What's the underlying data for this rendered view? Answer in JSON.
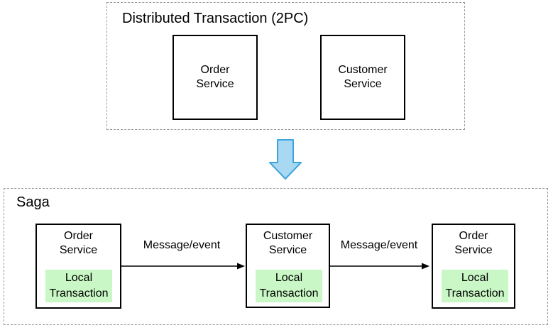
{
  "diagram": {
    "colors": {
      "background": "#ffffff",
      "group_border": "#999999",
      "node_border": "#000000",
      "local_transaction_fill": "#c9f7c5",
      "down_arrow_fill": "#a8d8f2",
      "down_arrow_stroke": "#3ca5dc",
      "connector": "#000000",
      "text": "#000000"
    },
    "top_group": {
      "title": "Distributed Transaction (2PC)",
      "nodes": [
        {
          "label": "Order\nService"
        },
        {
          "label": "Customer\nService"
        }
      ]
    },
    "down_arrow": {
      "icon": "down-arrow"
    },
    "bottom_group": {
      "title": "Saga",
      "nodes": [
        {
          "label": "Order\nService",
          "badge": "Local\nTransaction"
        },
        {
          "label": "Customer\nService",
          "badge": "Local\nTransaction"
        },
        {
          "label": "Order\nService",
          "badge": "Local\nTransaction"
        }
      ],
      "connectors": [
        {
          "label": "Message/event"
        },
        {
          "label": "Message/event"
        }
      ]
    }
  }
}
